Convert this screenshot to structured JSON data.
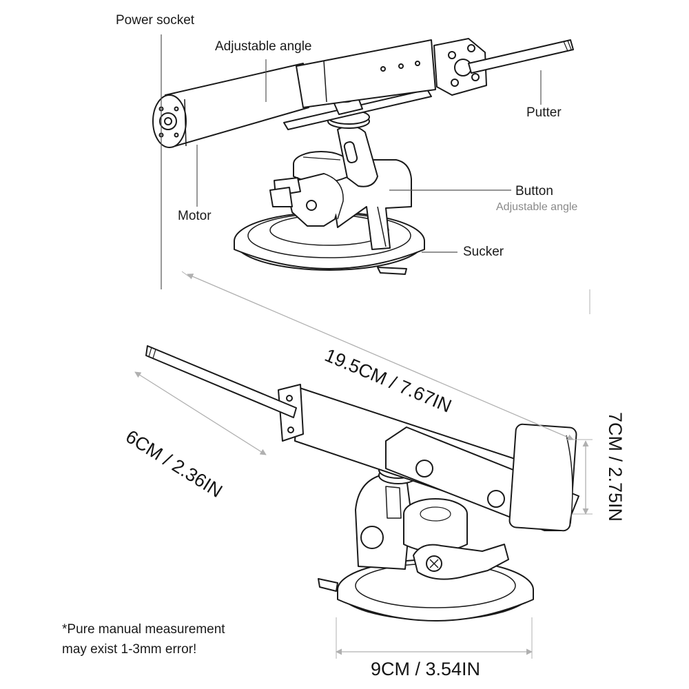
{
  "labels": {
    "power_socket": "Power socket",
    "adjustable_angle_top": "Adjustable angle",
    "putter": "Putter",
    "motor": "Motor",
    "button": "Button",
    "button_sub": "Adjustable angle",
    "sucker": "Sucker"
  },
  "dimensions": {
    "length": "19.5CM / 7.67IN",
    "width": "6CM / 2.36IN",
    "height": "7CM / 2.75IN",
    "base": "9CM / 3.54IN"
  },
  "note": {
    "line1": "*Pure manual measurement",
    "line2": "may exist 1-3mm error!"
  },
  "colors": {
    "line": "#1a1a1a",
    "leader": "#555555",
    "dimension_line": "#b0b0b0",
    "sub_label": "#8a8a8a"
  }
}
